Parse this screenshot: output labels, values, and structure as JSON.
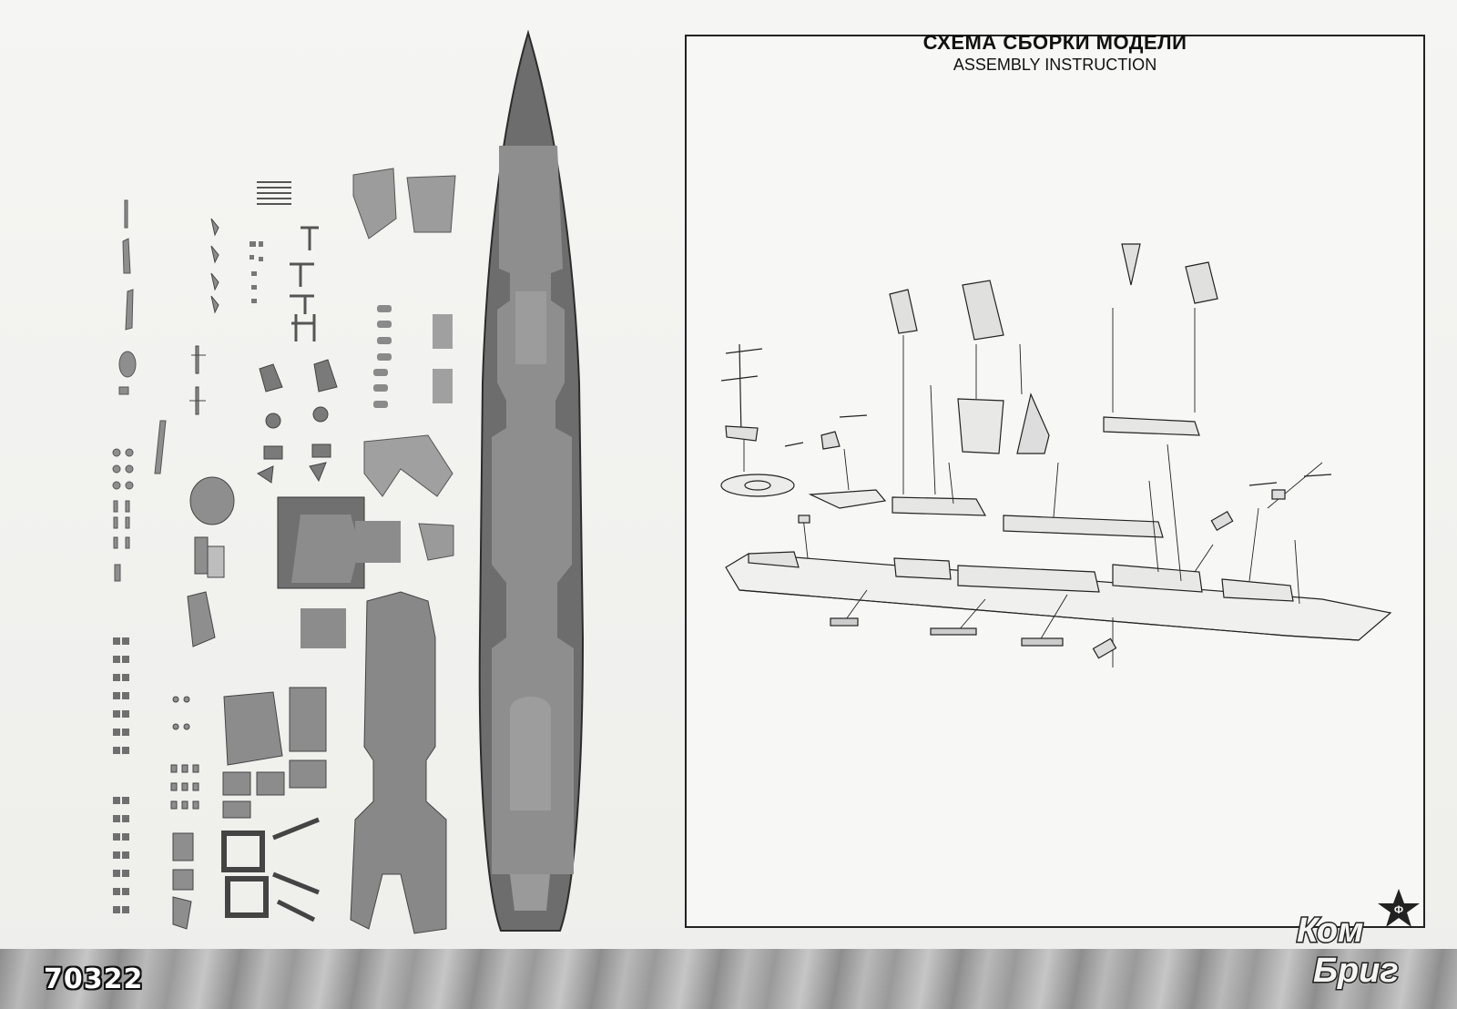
{
  "header": {
    "title_ru": "СХЕМА СБОРКИ МОДЕЛИ",
    "title_en": "ASSEMBLY INSTRUCTION"
  },
  "footer": {
    "kit_number": "70322"
  },
  "logo": {
    "line1": "Ком",
    "line2": "Бриг",
    "star_text": "Ф"
  },
  "colors": {
    "part_fill": "#8e8e8e",
    "part_dark": "#6f6f6f",
    "line": "#222222",
    "band": "#a0a0a0"
  }
}
